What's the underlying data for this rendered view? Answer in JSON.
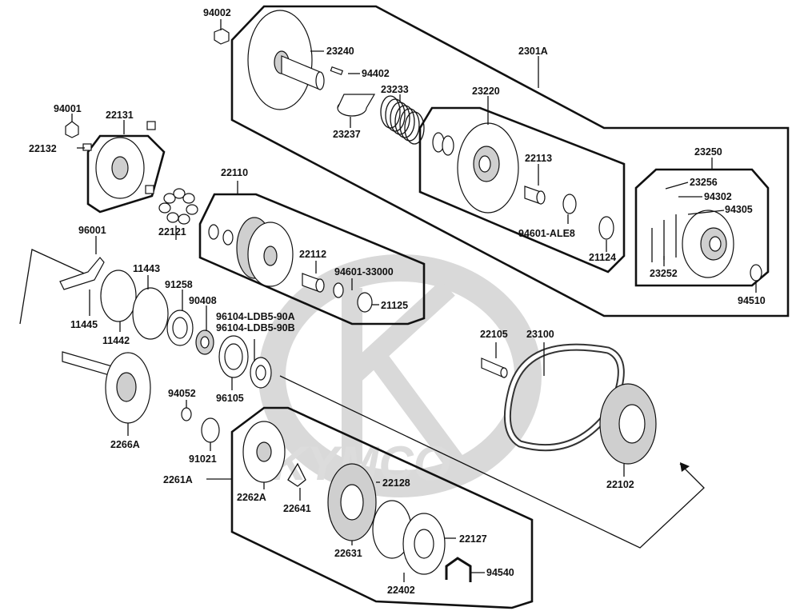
{
  "logo_text": "KYMCO",
  "labels": [
    {
      "id": "p94002",
      "text": "94002"
    },
    {
      "id": "p23240",
      "text": "23240"
    },
    {
      "id": "p2301A",
      "text": "2301A"
    },
    {
      "id": "p94402",
      "text": "94402"
    },
    {
      "id": "p23233",
      "text": "23233"
    },
    {
      "id": "p23237",
      "text": "23237"
    },
    {
      "id": "p23220",
      "text": "23220"
    },
    {
      "id": "p94001",
      "text": "94001"
    },
    {
      "id": "p22131",
      "text": "22131"
    },
    {
      "id": "p22132",
      "text": "22132"
    },
    {
      "id": "p22113",
      "text": "22113"
    },
    {
      "id": "p23250",
      "text": "23250"
    },
    {
      "id": "p22110",
      "text": "22110"
    },
    {
      "id": "p23256",
      "text": "23256"
    },
    {
      "id": "p94302",
      "text": "94302"
    },
    {
      "id": "p94305",
      "text": "94305"
    },
    {
      "id": "p22121",
      "text": "22121"
    },
    {
      "id": "p96001",
      "text": "96001"
    },
    {
      "id": "p94601ALE8",
      "text": "94601-ALE8"
    },
    {
      "id": "p22112",
      "text": "22112"
    },
    {
      "id": "p21124",
      "text": "21124"
    },
    {
      "id": "p94601_33000",
      "text": "94601-33000"
    },
    {
      "id": "p23252",
      "text": "23252"
    },
    {
      "id": "p11443",
      "text": "11443"
    },
    {
      "id": "p91258",
      "text": "91258"
    },
    {
      "id": "p21125",
      "text": "21125"
    },
    {
      "id": "p94510",
      "text": "94510"
    },
    {
      "id": "p90408",
      "text": "90408"
    },
    {
      "id": "p11445",
      "text": "11445"
    },
    {
      "id": "p96104A",
      "text": "96104-LDB5-90A"
    },
    {
      "id": "p96104B",
      "text": "96104-LDB5-90B"
    },
    {
      "id": "p11442",
      "text": "11442"
    },
    {
      "id": "p22105",
      "text": "22105"
    },
    {
      "id": "p23100",
      "text": "23100"
    },
    {
      "id": "p96105",
      "text": "96105"
    },
    {
      "id": "p94052",
      "text": "94052"
    },
    {
      "id": "p2266A",
      "text": "2266A"
    },
    {
      "id": "p91021",
      "text": "91021"
    },
    {
      "id": "p2261A",
      "text": "2261A"
    },
    {
      "id": "p22102",
      "text": "22102"
    },
    {
      "id": "p22128",
      "text": "22128"
    },
    {
      "id": "p2262A",
      "text": "2262A"
    },
    {
      "id": "p22641",
      "text": "22641"
    },
    {
      "id": "p22127",
      "text": "22127"
    },
    {
      "id": "p22631",
      "text": "22631"
    },
    {
      "id": "p94540",
      "text": "94540"
    },
    {
      "id": "p22402",
      "text": "22402"
    }
  ]
}
